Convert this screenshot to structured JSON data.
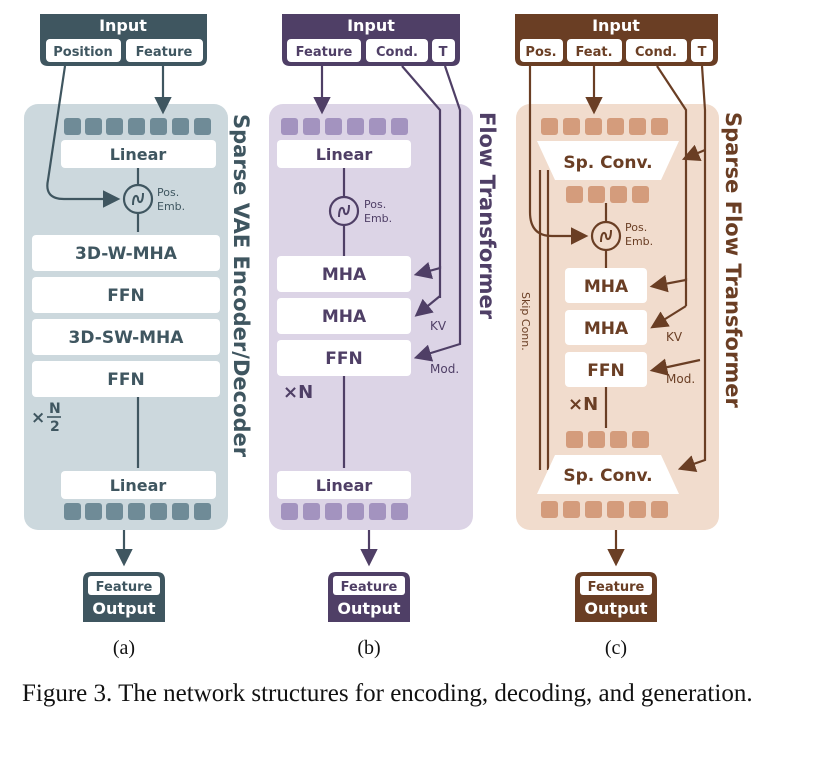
{
  "panels": [
    {
      "id": "a",
      "input_title": "Input",
      "input_fields": [
        "Position",
        "Feature"
      ],
      "side_title": "Sparse VAE Encoder/Decoder",
      "top_block": "Linear",
      "pos_emb_label": "Pos.\nEmb.",
      "blocks": [
        "3D-W-MHA",
        "FFN",
        "3D-SW-MHA",
        "FFN"
      ],
      "repeat_label": "×N/2",
      "bottom_block": "Linear",
      "output_field": "Feature",
      "output_title": "Output",
      "sublabel": "(a)",
      "colors": {
        "dark": "#3f5660",
        "panel_bg": "#ccd8dd",
        "token": "#6f8b97",
        "line": "#3f5660"
      }
    },
    {
      "id": "b",
      "input_title": "Input",
      "input_fields": [
        "Feature",
        "Cond.",
        "T"
      ],
      "side_title": "Flow Transformer",
      "top_block": "Linear",
      "pos_emb_label": "Pos.\nEmb.",
      "blocks": [
        "MHA",
        "MHA",
        "FFN"
      ],
      "arrow_labels": [
        "KV",
        "Mod."
      ],
      "repeat_label": "×N",
      "bottom_block": "Linear",
      "output_field": "Feature",
      "output_title": "Output",
      "sublabel": "(b)",
      "colors": {
        "dark": "#4f3f66",
        "panel_bg": "#dcd4e6",
        "token": "#a393bf",
        "line": "#4f3f66"
      }
    },
    {
      "id": "c",
      "input_title": "Input",
      "input_fields": [
        "Pos.",
        "Feat.",
        "Cond.",
        "T"
      ],
      "side_title": "Sparse Flow Transformer",
      "top_block": "Sp. Conv.",
      "pos_emb_label": "Pos.\nEmb.",
      "blocks": [
        "MHA",
        "MHA",
        "FFN"
      ],
      "arrow_labels": [
        "KV",
        "Mod."
      ],
      "repeat_label": "×N",
      "skip_label": "Skip Conn.",
      "bottom_block": "Sp. Conv.",
      "output_field": "Feature",
      "output_title": "Output",
      "sublabel": "(c)",
      "colors": {
        "dark": "#6a3e24",
        "panel_bg": "#f1dccd",
        "token": "#d49c7c",
        "line": "#6a3e24"
      }
    }
  ],
  "caption": "Figure 3. The network structures for encoding, decoding, and generation."
}
